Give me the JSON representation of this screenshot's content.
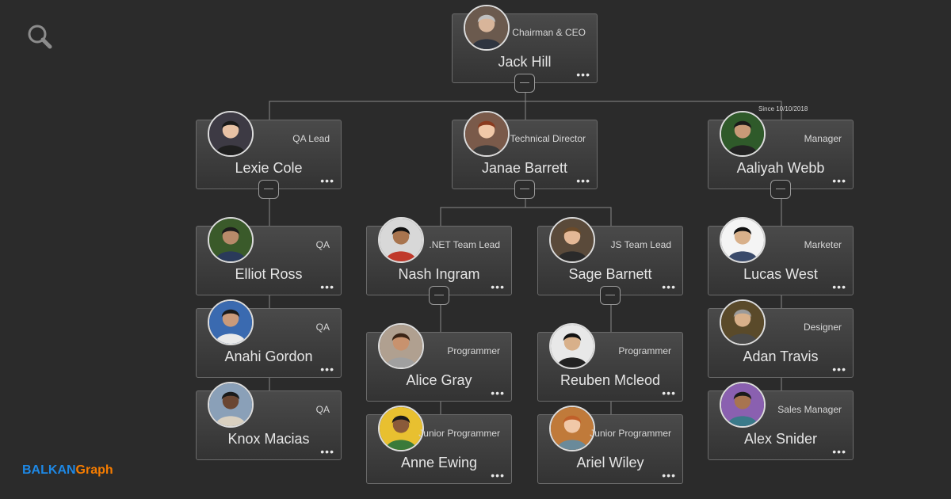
{
  "toolbar": {
    "search_icon": "search-icon"
  },
  "branding": {
    "part1": "BALKAN",
    "part2": "Graph",
    "color1": "#1e88e5",
    "color2": "#f57c00"
  },
  "annotation": {
    "since": "Since 10/10/2018"
  },
  "colors": {
    "background": "#2b2b2b",
    "node_border": "#6b6b6b",
    "link": "#8a8a8a"
  },
  "more_label": "•••",
  "nodes": [
    {
      "id": 1,
      "name": "Jack Hill",
      "title": "Chairman & CEO",
      "expanded": true
    },
    {
      "id": 2,
      "name": "Lexie Cole",
      "title": "QA Lead",
      "expanded": true
    },
    {
      "id": 3,
      "name": "Janae Barrett",
      "title": "Technical Director",
      "expanded": true
    },
    {
      "id": 4,
      "name": "Aaliyah Webb",
      "title": "Manager",
      "expanded": true
    },
    {
      "id": 5,
      "name": "Elliot Ross",
      "title": "QA"
    },
    {
      "id": 6,
      "name": "Anahi Gordon",
      "title": "QA"
    },
    {
      "id": 7,
      "name": "Knox Macias",
      "title": "QA"
    },
    {
      "id": 8,
      "name": "Nash Ingram",
      "title": ".NET Team Lead",
      "expanded": true
    },
    {
      "id": 9,
      "name": "Sage Barnett",
      "title": "JS Team Lead",
      "expanded": true
    },
    {
      "id": 10,
      "name": "Alice Gray",
      "title": "Programmer"
    },
    {
      "id": 11,
      "name": "Anne Ewing",
      "title": "Junior Programmer"
    },
    {
      "id": 12,
      "name": "Reuben Mcleod",
      "title": "Programmer"
    },
    {
      "id": 13,
      "name": "Ariel Wiley",
      "title": "Junior Programmer"
    },
    {
      "id": 14,
      "name": "Lucas West",
      "title": "Marketer"
    },
    {
      "id": 15,
      "name": "Adan Travis",
      "title": "Designer"
    },
    {
      "id": 16,
      "name": "Alex Snider",
      "title": "Sales Manager"
    }
  ]
}
